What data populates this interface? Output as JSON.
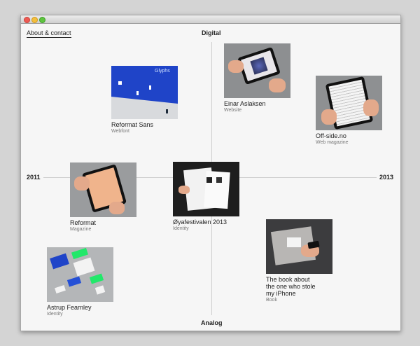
{
  "header": {
    "about_link": "About & contact"
  },
  "axes": {
    "top": "Digital",
    "bottom": "Analog",
    "left": "2011",
    "right": "2013"
  },
  "items": [
    {
      "title": "Reformat Sans",
      "subtitle": "Webfont",
      "thumb_text": "Glyphs"
    },
    {
      "title": "Einar Aslaksen",
      "subtitle": "Website"
    },
    {
      "title": "Off-side.no",
      "subtitle": "Web magazine"
    },
    {
      "title": "Reformat",
      "subtitle": "Magazine"
    },
    {
      "title": "Øyafestivalen 2013",
      "subtitle": "Identity"
    },
    {
      "title": "The book about the one who stole my iPhone",
      "subtitle": "Book"
    },
    {
      "title": "Astrup Fearnley",
      "subtitle": "Identity"
    }
  ],
  "colors": {
    "page_bg": "#d4d4d4",
    "window_bg": "#f6f6f6",
    "accent_blue": "#1f44c8",
    "accent_green": "#22e86a"
  }
}
